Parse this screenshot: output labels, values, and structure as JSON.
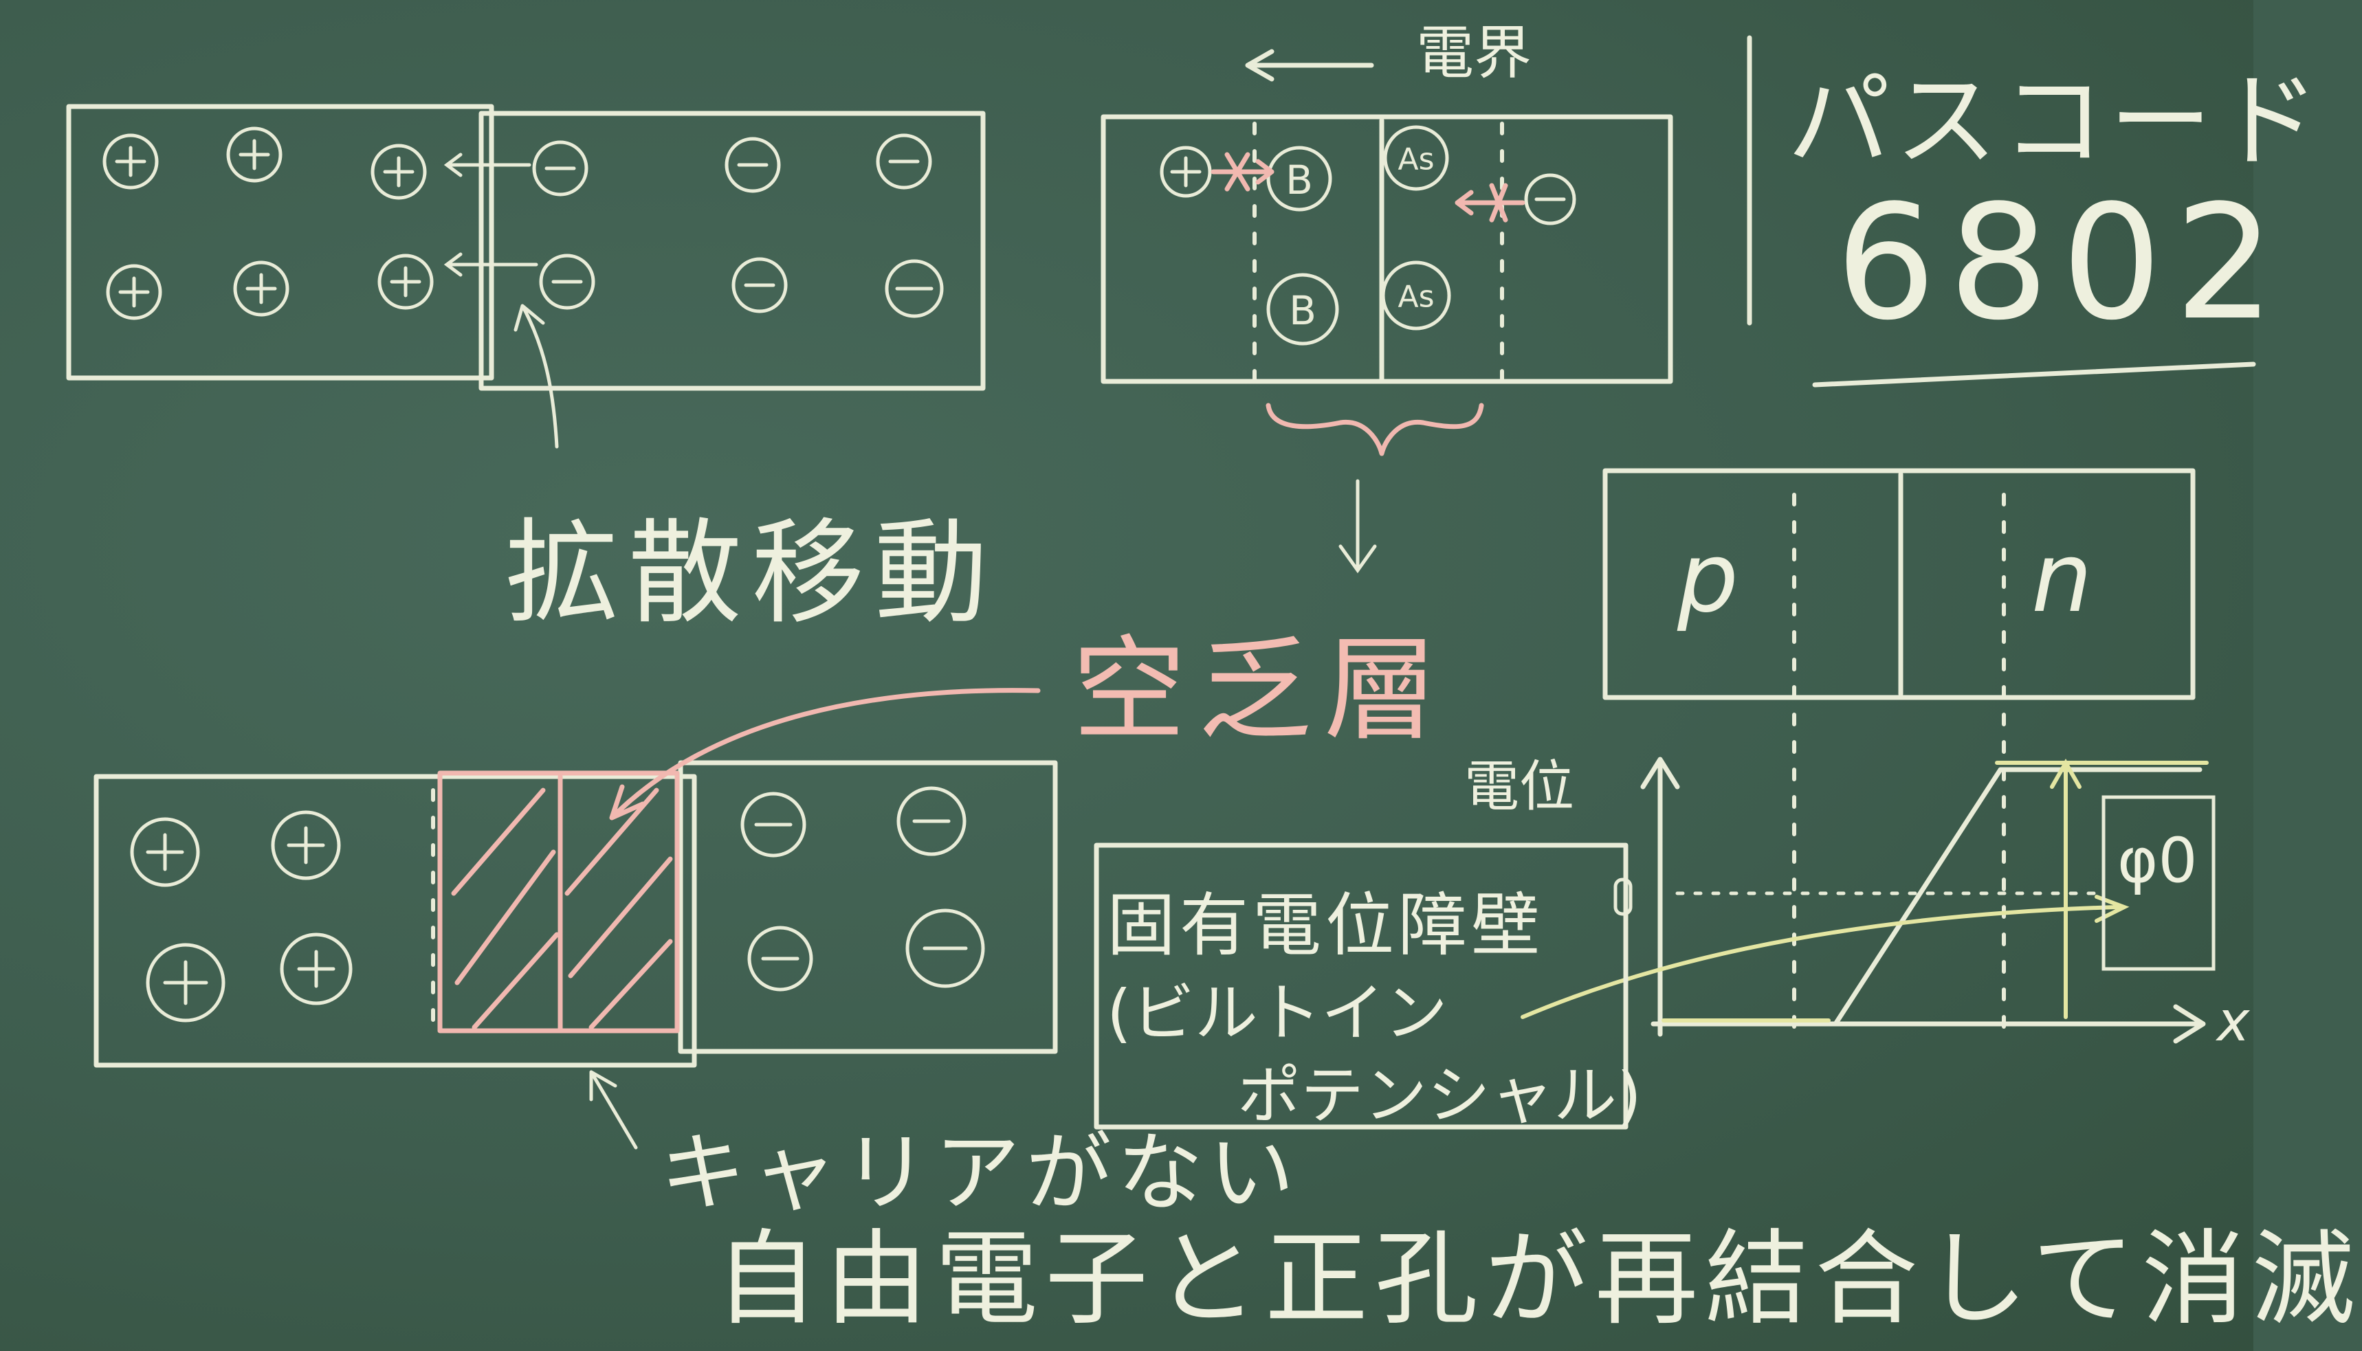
{
  "passcode": {
    "label": "パスコード",
    "code": "6802"
  },
  "labels": {
    "field": "電界",
    "diffusion": "拡散移動",
    "depletion": "空乏層",
    "no_carrier": "キャリアがない",
    "recombine": "自由電子と正孔が再結合して消滅",
    "barrier_title": "固有電位障壁",
    "barrier_sub1": "(ビルトイン",
    "barrier_sub2": "ポテンシャル)",
    "potential": "電位",
    "p": "p",
    "n": "n",
    "phi0": "φ0",
    "x_axis": "x"
  },
  "ions": {
    "boron": "B",
    "arsenic": "As"
  },
  "colors": {
    "board": "#3f5e4f",
    "chalk_white": "#e9ecd8",
    "chalk_pink": "#f1b8b0",
    "chalk_yellow": "#e4e6a2"
  }
}
